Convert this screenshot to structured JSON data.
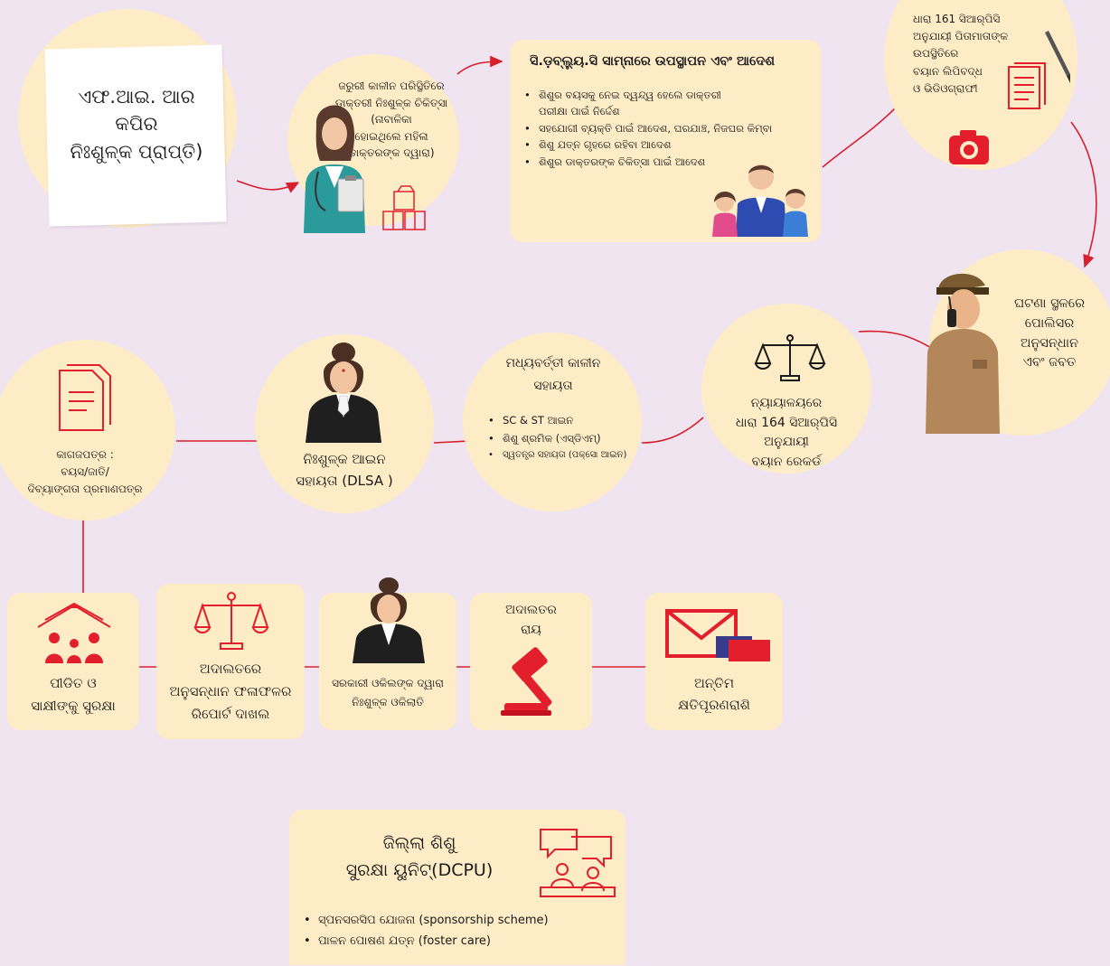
{
  "colors": {
    "background": "#f0e4f1",
    "node": "#fdecc6",
    "accent": "#e31e2d",
    "line": "#d8202d"
  },
  "fir": {
    "text": "ଏଫ.ଆଇ. ଆର\nକପିର\nନିଃଶୁଳ୍କ ପ୍ରାପ୍ତି)"
  },
  "medical": {
    "text": "ଜରୁରୀ କାଳୀନ ପରିସ୍ଥିତିରେ\nଡାକ୍ତରୀ ନିଃଶୁଳ୍କ ଚିକିତ୍ସା\n(ନାବାଳିକା\nହୋଇଥିଲେ ମହିଳା\nଡାକ୍ତରଙ୍କ ଦ୍ୱାରା)"
  },
  "cwc": {
    "title": "ସି.ଡ଼ବ୍ଲ୍ୟୁ.ସି ସାମ୍ନାରେ ଉପସ୍ଥାପନ ଏବଂ ଆଦେଶ",
    "items": [
      "ଶିଶୁର ବୟସକୁ ନେଇ ଦ୍ୱନ୍ଦ୍ୱ ହେଲେ ଡାକ୍ତରୀ\nପରୀକ୍ଷା ପାଇଁ ନିର୍ଦ୍ଦେଶ",
      "ସହଯୋଗୀ ବ୍ୟକ୍ତି ପାଇଁ ଆଦେଶ, ଘରଯାଞ୍ଚ, ନିଜଘର କିମ୍ବା",
      "ଶିଶୁ ଯତ୍ନ ଗୃହରେ ରହିବା ଆଦେଶ",
      "ଶିଶୁର ଡାକ୍ତରଙ୍କ ଚିକିତ୍ସା ପାଇଁ ଆଦେଶ"
    ]
  },
  "sec161": {
    "text": "ଧାରା 161 ସିଆର୍‌ପିସି\nଅନୁଯାୟୀ ପିତାମାତାଙ୍କ\nଉପସ୍ଥିତିରେ\nବୟାନ ଲିପିବଦ୍ଧ\nଓ ଭିଡିଓଗ୍ରାଫୀ"
  },
  "police": {
    "text": "ଘଟଣା ସ୍ଥଳରେ\nପୋଲିସର\nଅନୁସନ୍ଧାନ\nଏବଂ ଜବତ"
  },
  "sec164": {
    "text": "ନ୍ୟାୟାଳୟରେ\nଧାରା 164 ସିଆର୍‌ପିସି\nଅନୁଯାୟୀ\nବୟାନ ରେକର୍ଡ"
  },
  "interim": {
    "title": "ମଧ୍ୟବର୍ତ୍ତୀ କାଳୀନ\nସହାୟତା",
    "items": [
      "SC & ST ଆଇନ",
      "ଶିଶୁ ଶ୍ରମିକ (ଏସ୍‌ଡିଏମ୍)",
      "ସ୍ୱତନ୍ତ୍ର ସହାୟତା (ପକ୍‌ସୋ ଆଇନ)"
    ]
  },
  "legal_aid": {
    "text": "ନିଃଶୁଳ୍କ ଆଇନ\nସହାୟତା (DLSA )"
  },
  "documents": {
    "text": "କାଗଜପତ୍ର  :\nବୟସ/ଜାତି/\nଦିବ୍ୟାଙ୍ଗତା ପ୍ରମାଣପତ୍ର"
  },
  "protection": {
    "text": "ପୀଡିତ ଓ\nସାକ୍ଷୀଙ୍କୁ ସୁରକ୍ଷା"
  },
  "report": {
    "text": "ଅଦାଲତରେ\nଅନୁସନ୍ଧାନ ଫଳାଫଳର\nରିପୋର୍ଟ ଦାଖଲ"
  },
  "prosecutor": {
    "text": "ସରକାରୀ ଓକିଲଙ୍କ ଦ୍ୱାରା\nନିଃଶୁଳ୍କ ଓକିଲାତି"
  },
  "verdict": {
    "text": "ଅଦାଲତର\nରାୟ"
  },
  "compensation": {
    "text": "ଅନ୍ତିମ\nକ୍ଷତିପୂରଣରାଶି"
  },
  "dcpu": {
    "title": "ଜିଲ୍ଲା ଶିଶୁ\nସୁରକ୍ଷା ୟୁନିଟ୍(DCPU)",
    "items": [
      "ସ୍ପନସରସିପ ଯୋଜନା (sponsorship scheme)",
      "ପାଳନ ପୋଷଣ ଯତ୍ନ (foster care)"
    ]
  }
}
